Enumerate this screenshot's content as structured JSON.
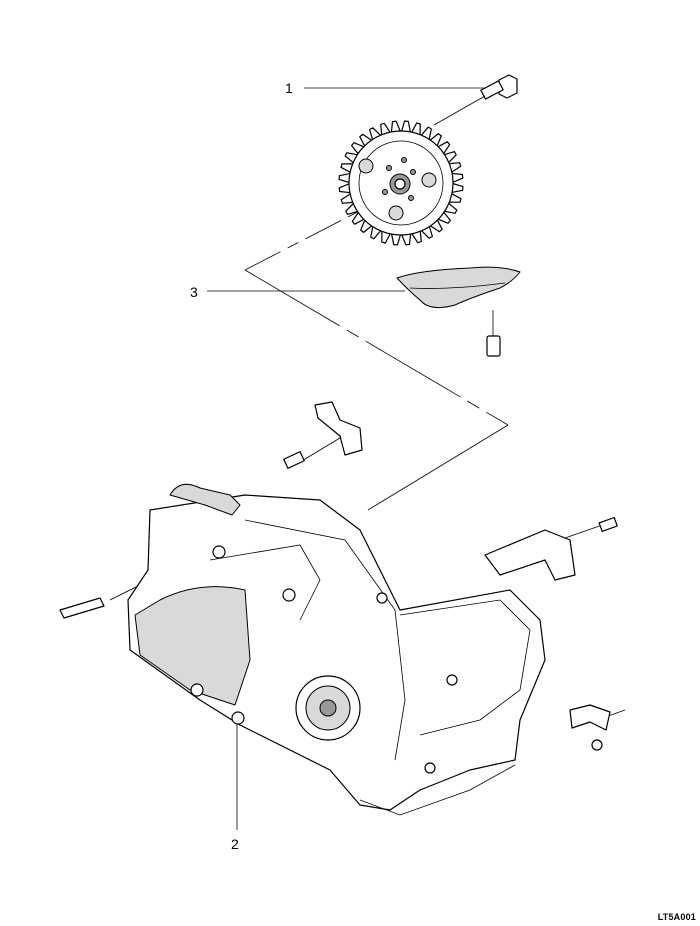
{
  "callouts": [
    {
      "number": "1"
    },
    {
      "number": "2"
    },
    {
      "number": "3"
    }
  ],
  "drawing_code": "LT5A001",
  "parts": {
    "bolt_1": "hex-bolt",
    "sprocket": "drive-sprocket",
    "bracket_3": "shield-bracket",
    "transaxle": "transaxle-assembly"
  }
}
